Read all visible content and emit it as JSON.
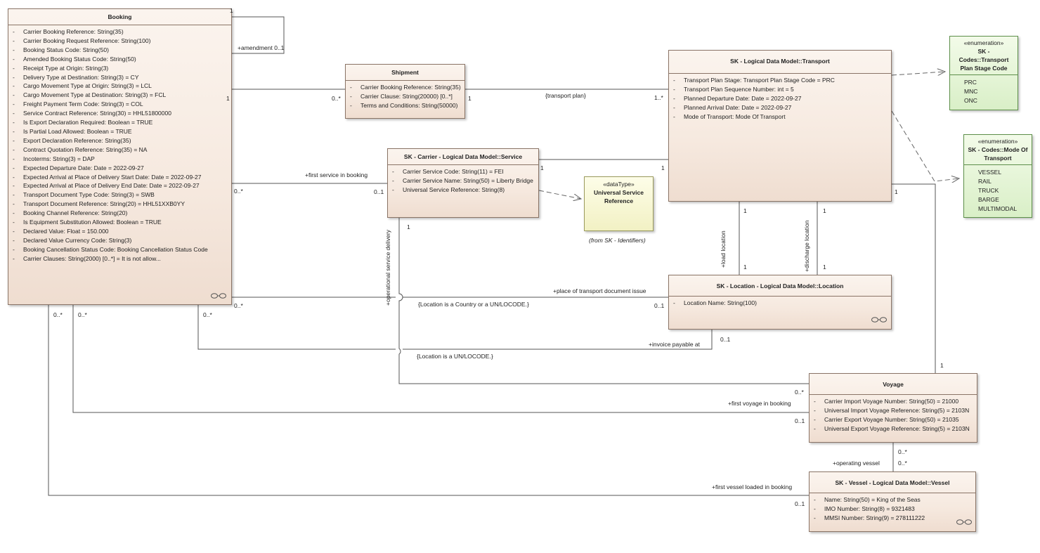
{
  "classes": {
    "booking": {
      "name": "Booking",
      "attributes": [
        "Carrier Booking Reference: String(35)",
        "Carrier Booking Request Reference: String(100)",
        "Booking Status Code: String(50)",
        "Amended Booking Status Code: String(50)",
        "Receipt Type at Origin: String(3)",
        "Delivery Type at Destination: String(3) = CY",
        "Cargo Movement Type  at Origin: String(3) = LCL",
        "Cargo Movement Type at Destination: String(3) = FCL",
        "Freight Payment Term Code: String(3) = COL",
        "Service Contract Reference: String(30) = HHL51800000",
        "Is Export Declaration Required: Boolean = TRUE",
        "Is Partial Load Allowed: Boolean = TRUE",
        "Export Declaration Reference: String(35)",
        "Contract Quotation Reference: String(35) = NA",
        "Incoterms: String(3) = DAP",
        "Expected Departure Date: Date = 2022-09-27",
        "Expected Arrival at Place of Delivery Start Date: Date = 2022-09-27",
        "Expected Arrival at Place of Delivery End Date: Date = 2022-09-27",
        "Transport Document Type Code: String(3) = SWB",
        "Transport Document Reference: String(20) = HHL51XXB0YY",
        "Booking Channel Reference: String(20)",
        "Is Equipment Substitution Allowed: Boolean = TRUE",
        "Declared Value: Float = 150.000",
        "Declared Value Currency Code: String(3)",
        "Booking Cancellation Status Code: Booking Cancellation Status Code",
        "Carrier Clauses: String(2000) [0..*] = It is not allow..."
      ]
    },
    "shipment": {
      "name": "Shipment",
      "attributes": [
        "Carrier Booking Reference: String(35)",
        "Carrier Clause: String(20000) [0..*]",
        "Terms and Conditions: String(50000)"
      ]
    },
    "service": {
      "name": "SK - Carrier - Logical Data Model::Service",
      "attributes": [
        "Carrier Service Code: String(11) = FEI",
        "Carrier Service Name: String(50) = Liberty Bridge",
        "Universal Service Reference: String(8)"
      ]
    },
    "transport": {
      "name": "SK - Logical Data Model::Transport",
      "attributes": [
        "Transport Plan Stage: Transport Plan Stage Code = PRC",
        "Transport Plan Sequence Number: int = 5",
        "Planned Departure Date: Date = 2022-09-27",
        "Planned Arrival Date: Date = 2022-09-27",
        "Mode of Transport: Mode Of Transport"
      ]
    },
    "location": {
      "name": "SK - Location - Logical Data Model::Location",
      "attributes": [
        "Location Name: String(100)"
      ]
    },
    "voyage": {
      "name": "Voyage",
      "attributes": [
        "Carrier Import Voyage Number: String(50) = 21000",
        "Universal Import Voyage Reference: String(5) = 2103N",
        "Carrier Export Voyage Number: String(50) = 21035",
        "Universal Export Voyage Reference: String(5) = 2103N"
      ]
    },
    "vessel": {
      "name": "SK - Vessel - Logical Data Model::Vessel",
      "attributes": [
        "Name: String(50) = King of the Seas",
        "IMO Number: String(8) = 9321483",
        "MMSI Number: String(9) = 278111222"
      ]
    },
    "plan_stage": {
      "stereotype": "«enumeration»",
      "name_line1": "SK - Codes::Transport",
      "name_line2": "Plan Stage Code",
      "literals": [
        "PRC",
        "MNC",
        "ONC"
      ]
    },
    "mode": {
      "stereotype": "«enumeration»",
      "name_line1": "SK - Codes::Mode Of",
      "name_line2": "Transport",
      "literals": [
        "VESSEL",
        "RAIL",
        "TRUCK",
        "BARGE",
        "MULTIMODAL"
      ]
    },
    "usr": {
      "stereotype": "«dataType»",
      "name_line1": "Universal Service",
      "name_line2": "Reference",
      "from": "(from SK - Identifiers)"
    }
  },
  "visibility": "-",
  "labels": {
    "amend_mult_top": "1",
    "amend_role": "+amendment 0..1",
    "ship_mult_booking": "1",
    "ship_mult_shipment": "0..*",
    "plan_mult_shipment": "1",
    "plan_name": "{transport plan}",
    "plan_mult_transport": "1..*",
    "svc_role": "+first service in booking",
    "svc_mult_booking": "0..*",
    "svc_mult_service": "0..1",
    "svc_tr_mult_service": "1",
    "svc_tr_mult_transport": "1",
    "op_role": "+operational service delivery",
    "op_mult_service": "1",
    "load_role": "+load location",
    "load_mult_top": "1",
    "load_mult_bottom": "1",
    "dis_role": "+discharge location",
    "dis_mult_top": "1",
    "dis_mult_bottom": "1",
    "pod_role": "+place of transport document issue",
    "pod_mult_booking": "0..*",
    "pod_mult_location": "0..1",
    "pod_constraint": "{Location is a Country or a UN/LOCODE.}",
    "inv_role": "+invoice payable at",
    "inv_mult_location": "0..1",
    "inv_constraint": "{Location is a UN/LOCODE.}",
    "bk_mult_a": "0..*",
    "bk_mult_b": "0..*",
    "bk_mult_c": "0..*",
    "voy_tr_mult": "1",
    "op_mult_voyage": "0..*",
    "fv_role": "+first voyage in booking",
    "fv_mult_voyage": "0..1",
    "ov_mult_voyage": "0..*",
    "ov_mult_vessel": "0..*",
    "ov_role": "+operating vessel",
    "fvl_role": "+first vessel loaded in booking",
    "fvl_mult_vessel": "0..1"
  }
}
